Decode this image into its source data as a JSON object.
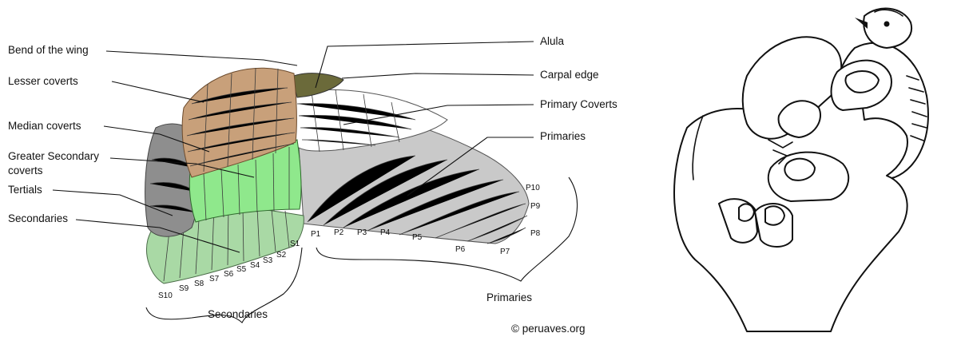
{
  "labels": {
    "bend_of_wing": "Bend of the wing",
    "lesser_coverts": "Lesser coverts",
    "median_coverts": "Median  coverts",
    "greater_secondary_coverts_1": "Greater Secondary",
    "greater_secondary_coverts_2": "coverts",
    "tertials": "Tertials",
    "secondaries_left": "Secondaries",
    "alula": "Alula",
    "carpal_edge": "Carpal edge",
    "primary_coverts": "Primary Coverts",
    "primaries_right": "Primaries"
  },
  "feather_codes": {
    "secondaries": [
      "S10",
      "S9",
      "S8",
      "S7",
      "S6",
      "S5",
      "S4",
      "S3",
      "S2",
      "S1"
    ],
    "primaries": [
      "P1",
      "P2",
      "P3",
      "P4",
      "P5",
      "P6",
      "P7",
      "P8",
      "P9",
      "P10"
    ]
  },
  "braces": {
    "secondaries": "Secondaries",
    "primaries": "Primaries"
  },
  "credit": "© peruaves.org",
  "colors": {
    "lesser_coverts": "#c8a07a",
    "alula": "#6b6a3a",
    "primary_coverts": "#ffffff",
    "primaries": "#c9c9c9",
    "greater_coverts": "#8fe88c",
    "secondaries": "#a9d9a5",
    "tertials": "#8e8e8e"
  }
}
